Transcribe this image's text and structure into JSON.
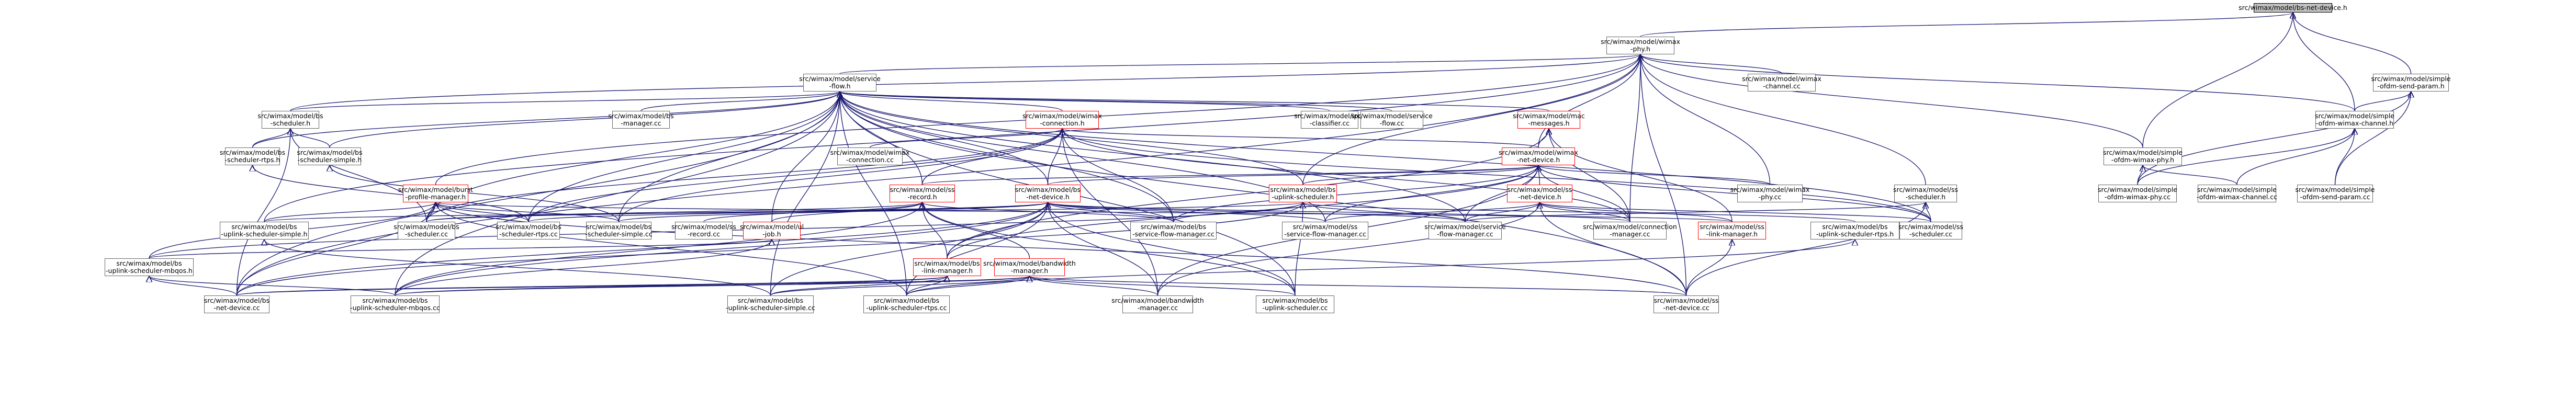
{
  "graph": {
    "edge_color": "#191970",
    "node_border": "#666666",
    "highlight_border": "#ff0000",
    "root_fill": "#bfbfbf",
    "nodes": [
      {
        "id": "bs_h",
        "lines": [
          "src/wimax/model/bs-net-device.h"
        ],
        "style": "root"
      },
      {
        "id": "phy_h",
        "lines": [
          "src/wimax/model/wimax",
          "-phy.h"
        ],
        "style": "normal"
      },
      {
        "id": "sf_h",
        "lines": [
          "src/wimax/model/service",
          "-flow.h"
        ],
        "style": "normal"
      },
      {
        "id": "chan_cc",
        "lines": [
          "src/wimax/model/wimax",
          "-channel.cc"
        ],
        "style": "normal"
      },
      {
        "id": "ofdm_sendparam_h",
        "lines": [
          "src/wimax/model/simple",
          "-ofdm-send-param.h"
        ],
        "style": "normal"
      },
      {
        "id": "sched_h",
        "lines": [
          "src/wimax/model/bs",
          "-scheduler.h"
        ],
        "style": "normal"
      },
      {
        "id": "bs_mgr_cc",
        "lines": [
          "src/wimax/model/bs",
          "-manager.cc"
        ],
        "style": "normal"
      },
      {
        "id": "conn_h",
        "lines": [
          "src/wimax/model/wimax",
          "-connection.h"
        ],
        "style": "red"
      },
      {
        "id": "ipcs_cc",
        "lines": [
          "src/wimax/model/ipcs",
          "-classifier.cc"
        ],
        "style": "normal"
      },
      {
        "id": "sf_cc",
        "lines": [
          "src/wimax/model/service",
          "-flow.cc"
        ],
        "style": "normal"
      },
      {
        "id": "mac_msg_h",
        "lines": [
          "src/wimax/model/mac",
          "-messages.h"
        ],
        "style": "red"
      },
      {
        "id": "ofdm_chan_h",
        "lines": [
          "src/wimax/model/simple",
          "-ofdm-wimax-channel.h"
        ],
        "style": "normal"
      },
      {
        "id": "sched_rtps_h",
        "lines": [
          "src/wimax/model/bs",
          "-scheduler-rtps.h"
        ],
        "style": "normal"
      },
      {
        "id": "sched_simple_h",
        "lines": [
          "src/wimax/model/bs",
          "-scheduler-simple.h"
        ],
        "style": "normal"
      },
      {
        "id": "conn_cc",
        "lines": [
          "src/wimax/model/wimax",
          "-connection.cc"
        ],
        "style": "normal"
      },
      {
        "id": "wnd_h",
        "lines": [
          "src/wimax/model/wimax",
          "-net-device.h"
        ],
        "style": "red"
      },
      {
        "id": "ofdm_phy_h",
        "lines": [
          "src/wimax/model/simple",
          "-ofdm-wimax-phy.h"
        ],
        "style": "normal"
      },
      {
        "id": "burst_h",
        "lines": [
          "src/wimax/model/burst",
          "-profile-manager.h"
        ],
        "style": "red"
      },
      {
        "id": "ss_record_h",
        "lines": [
          "src/wimax/model/ss",
          "-record.h"
        ],
        "style": "red"
      },
      {
        "id": "bs_wnd_h",
        "lines": [
          "src/wimax/model/bs",
          "-net-device.h"
        ],
        "style": "red"
      },
      {
        "id": "uplink_h",
        "lines": [
          "src/wimax/model/bs",
          "-uplink-scheduler.h"
        ],
        "style": "red"
      },
      {
        "id": "ss_wnd_h",
        "lines": [
          "src/wimax/model/ss",
          "-net-device.h"
        ],
        "style": "red"
      },
      {
        "id": "phy_cc",
        "lines": [
          "src/wimax/model/wimax",
          "-phy.cc"
        ],
        "style": "normal"
      },
      {
        "id": "ss_sched_h",
        "lines": [
          "src/wimax/model/ss",
          "-scheduler.h"
        ],
        "style": "normal"
      },
      {
        "id": "ofdm_phy_cc",
        "lines": [
          "src/wimax/model/simple",
          "-ofdm-wimax-phy.cc"
        ],
        "style": "normal"
      },
      {
        "id": "ofdm_chan_cc",
        "lines": [
          "src/wimax/model/simple",
          "-ofdm-wimax-channel.cc"
        ],
        "style": "normal"
      },
      {
        "id": "ofdm_sendparam_cc",
        "lines": [
          "src/wimax/model/simple",
          "-ofdm-send-param.cc"
        ],
        "style": "normal"
      },
      {
        "id": "ul_simple_h",
        "lines": [
          "src/wimax/model/bs",
          "-uplink-scheduler-simple.h"
        ],
        "style": "normal"
      },
      {
        "id": "sched_cc",
        "lines": [
          "src/wimax/model/bs",
          "-scheduler.cc"
        ],
        "style": "normal"
      },
      {
        "id": "sched_rtps_cc",
        "lines": [
          "src/wimax/model/bs",
          "-scheduler-rtps.cc"
        ],
        "style": "normal"
      },
      {
        "id": "sched_simple_cc",
        "lines": [
          "src/wimax/model/bs",
          "-scheduler-simple.cc"
        ],
        "style": "normal"
      },
      {
        "id": "ss_record_cc",
        "lines": [
          "src/wimax/model/ss",
          "-record.cc"
        ],
        "style": "normal"
      },
      {
        "id": "ul_job_h",
        "lines": [
          "src/wimax/model/ul",
          "-job.h"
        ],
        "style": "red"
      },
      {
        "id": "bs_sfm_cc",
        "lines": [
          "src/wimax/model/bs",
          "-service-flow-manager.cc"
        ],
        "style": "normal"
      },
      {
        "id": "ss_sfm_cc",
        "lines": [
          "src/wimax/model/ss",
          "-service-flow-manager.cc"
        ],
        "style": "normal"
      },
      {
        "id": "sfm_cc",
        "lines": [
          "src/wimax/model/service",
          "-flow-manager.cc"
        ],
        "style": "normal"
      },
      {
        "id": "conn_mgr_cc",
        "lines": [
          "src/wimax/model/connection",
          "-manager.cc"
        ],
        "style": "normal"
      },
      {
        "id": "ss_link_h",
        "lines": [
          "src/wimax/model/ss",
          "-link-manager.h"
        ],
        "style": "red"
      },
      {
        "id": "ul_rtps_h",
        "lines": [
          "src/wimax/model/bs",
          "-uplink-scheduler-rtps.h"
        ],
        "style": "normal"
      },
      {
        "id": "ss_sched_cc",
        "lines": [
          "src/wimax/model/ss",
          "-scheduler.cc"
        ],
        "style": "normal"
      },
      {
        "id": "ul_mbqos_h",
        "lines": [
          "src/wimax/model/bs",
          "-uplink-scheduler-mbqos.h"
        ],
        "style": "normal"
      },
      {
        "id": "bs_link_h",
        "lines": [
          "src/wimax/model/bs",
          "-link-manager.h"
        ],
        "style": "red"
      },
      {
        "id": "bw_mgr_h",
        "lines": [
          "src/wimax/model/bandwidth",
          "-manager.h"
        ],
        "style": "red"
      },
      {
        "id": "bs_wnd_cc",
        "lines": [
          "src/wimax/model/bs",
          "-net-device.cc"
        ],
        "style": "normal"
      },
      {
        "id": "ul_mbqos_cc",
        "lines": [
          "src/wimax/model/bs",
          "-uplink-scheduler-mbqos.cc"
        ],
        "style": "normal"
      },
      {
        "id": "ul_simple_cc",
        "lines": [
          "src/wimax/model/bs",
          "-uplink-scheduler-simple.cc"
        ],
        "style": "normal"
      },
      {
        "id": "ul_rtps_cc",
        "lines": [
          "src/wimax/model/bs",
          "-uplink-scheduler-rtps.cc"
        ],
        "style": "normal"
      },
      {
        "id": "bw_mgr_cc",
        "lines": [
          "src/wimax/model/bandwidth",
          "-manager.cc"
        ],
        "style": "normal"
      },
      {
        "id": "uplink_cc",
        "lines": [
          "src/wimax/model/bs",
          "-uplink-scheduler.cc"
        ],
        "style": "normal"
      },
      {
        "id": "ss_wnd_cc",
        "lines": [
          "src/wimax/model/ss",
          "-net-device.cc"
        ],
        "style": "normal"
      }
    ],
    "edges": [
      [
        "bs_h",
        "phy_h"
      ],
      [
        "bs_h",
        "ofdm_sendparam_h"
      ],
      [
        "bs_h",
        "ofdm_chan_h"
      ],
      [
        "bs_h",
        "ofdm_phy_h"
      ],
      [
        "phy_h",
        "sf_h"
      ],
      [
        "phy_h",
        "chan_cc"
      ],
      [
        "phy_h",
        "wnd_h"
      ],
      [
        "phy_h",
        "ss_sched_h"
      ],
      [
        "phy_h",
        "ofdm_chan_h"
      ],
      [
        "phy_h",
        "ofdm_phy_h"
      ],
      [
        "phy_h",
        "phy_cc"
      ],
      [
        "phy_h",
        "uplink_h"
      ],
      [
        "phy_h",
        "sched_h"
      ],
      [
        "phy_h",
        "conn_mgr_cc"
      ],
      [
        "phy_h",
        "ss_wnd_cc"
      ],
      [
        "phy_h",
        "bs_wnd_cc"
      ],
      [
        "phy_h",
        "burst_h"
      ],
      [
        "phy_h",
        "ul_simple_h"
      ],
      [
        "ofdm_sendparam_h",
        "ofdm_chan_h"
      ],
      [
        "ofdm_sendparam_h",
        "ofdm_sendparam_cc"
      ],
      [
        "ofdm_sendparam_h",
        "ofdm_phy_cc"
      ],
      [
        "ofdm_chan_h",
        "ofdm_chan_cc"
      ],
      [
        "ofdm_chan_h",
        "ofdm_sendparam_cc"
      ],
      [
        "ofdm_chan_h",
        "ofdm_phy_cc"
      ],
      [
        "ofdm_phy_h",
        "ofdm_phy_cc"
      ],
      [
        "ofdm_phy_h",
        "ofdm_chan_cc"
      ],
      [
        "sf_h",
        "sched_h"
      ],
      [
        "sf_h",
        "bs_mgr_cc"
      ],
      [
        "sf_h",
        "conn_h"
      ],
      [
        "sf_h",
        "ipcs_cc"
      ],
      [
        "sf_h",
        "sf_cc"
      ],
      [
        "sf_h",
        "mac_msg_h"
      ],
      [
        "sf_h",
        "sched_rtps_h"
      ],
      [
        "sf_h",
        "sched_simple_h"
      ],
      [
        "sf_h",
        "ss_record_h"
      ],
      [
        "sf_h",
        "bs_wnd_h"
      ],
      [
        "sf_h",
        "uplink_h"
      ],
      [
        "sf_h",
        "ul_job_h"
      ],
      [
        "sf_h",
        "bs_sfm_cc"
      ],
      [
        "sf_h",
        "ss_sfm_cc"
      ],
      [
        "sf_h",
        "sfm_cc"
      ],
      [
        "sf_h",
        "sched_cc"
      ],
      [
        "sf_h",
        "sched_rtps_cc"
      ],
      [
        "sf_h",
        "sched_simple_cc"
      ],
      [
        "sf_h",
        "ul_mbqos_cc"
      ],
      [
        "sf_h",
        "ul_simple_cc"
      ],
      [
        "sf_h",
        "ul_rtps_cc"
      ],
      [
        "sf_h",
        "uplink_cc"
      ],
      [
        "sf_h",
        "ss_sched_cc"
      ],
      [
        "sf_h",
        "bs_wnd_cc"
      ],
      [
        "sf_h",
        "ss_wnd_cc"
      ],
      [
        "conn_h",
        "wnd_h"
      ],
      [
        "conn_h",
        "conn_cc"
      ],
      [
        "conn_h",
        "ss_record_h"
      ],
      [
        "conn_h",
        "bs_wnd_h"
      ],
      [
        "conn_h",
        "bs_sfm_cc"
      ],
      [
        "conn_h",
        "sched_cc"
      ],
      [
        "conn_h",
        "sched_rtps_cc"
      ],
      [
        "conn_h",
        "sched_simple_cc"
      ],
      [
        "conn_h",
        "ss_sched_cc"
      ],
      [
        "conn_h",
        "conn_mgr_cc"
      ],
      [
        "conn_h",
        "bw_mgr_cc"
      ],
      [
        "mac_msg_h",
        "wnd_h"
      ],
      [
        "mac_msg_h",
        "conn_mgr_cc"
      ],
      [
        "mac_msg_h",
        "ss_link_h"
      ],
      [
        "mac_msg_h",
        "bs_link_h"
      ],
      [
        "wnd_h",
        "bs_wnd_h"
      ],
      [
        "wnd_h",
        "ss_wnd_h"
      ],
      [
        "wnd_h",
        "ss_record_h"
      ],
      [
        "wnd_h",
        "phy_cc"
      ],
      [
        "wnd_h",
        "uplink_h"
      ],
      [
        "wnd_h",
        "bs_sfm_cc"
      ],
      [
        "wnd_h",
        "ss_sfm_cc"
      ],
      [
        "wnd_h",
        "sfm_cc"
      ],
      [
        "wnd_h",
        "conn_mgr_cc"
      ],
      [
        "wnd_h",
        "ss_sched_cc"
      ],
      [
        "wnd_h",
        "bw_mgr_cc"
      ],
      [
        "wnd_h",
        "bs_link_h"
      ],
      [
        "sched_h",
        "sched_rtps_h"
      ],
      [
        "sched_h",
        "sched_simple_h"
      ],
      [
        "sched_h",
        "sched_cc"
      ],
      [
        "sched_h",
        "bs_wnd_cc"
      ],
      [
        "sched_rtps_h",
        "sched_rtps_cc"
      ],
      [
        "sched_simple_h",
        "sched_simple_cc"
      ],
      [
        "burst_h",
        "ul_simple_h"
      ],
      [
        "burst_h",
        "sched_cc"
      ],
      [
        "burst_h",
        "sched_rtps_cc"
      ],
      [
        "burst_h",
        "sched_simple_cc"
      ],
      [
        "burst_h",
        "ul_mbqos_h"
      ],
      [
        "burst_h",
        "bs_wnd_cc"
      ],
      [
        "burst_h",
        "ul_rtps_cc"
      ],
      [
        "burst_h",
        "ss_wnd_cc"
      ],
      [
        "burst_h",
        "ss_link_h"
      ],
      [
        "ss_record_h",
        "ss_record_cc"
      ],
      [
        "ss_record_h",
        "sched_cc"
      ],
      [
        "ss_record_h",
        "bs_sfm_cc"
      ],
      [
        "ss_record_h",
        "ul_job_h"
      ],
      [
        "ss_record_h",
        "bs_link_h"
      ],
      [
        "ss_record_h",
        "bw_mgr_h"
      ],
      [
        "ss_record_h",
        "ul_mbqos_cc"
      ],
      [
        "ss_record_h",
        "uplink_cc"
      ],
      [
        "bs_wnd_h",
        "sched_cc"
      ],
      [
        "bs_wnd_h",
        "sched_rtps_cc"
      ],
      [
        "bs_wnd_h",
        "sched_simple_cc"
      ],
      [
        "bs_wnd_h",
        "bs_sfm_cc"
      ],
      [
        "bs_wnd_h",
        "ss_sfm_cc"
      ],
      [
        "bs_wnd_h",
        "sfm_cc"
      ],
      [
        "bs_wnd_h",
        "conn_mgr_cc"
      ],
      [
        "bs_wnd_h",
        "bs_link_h"
      ],
      [
        "bs_wnd_h",
        "bw_mgr_cc"
      ],
      [
        "bs_wnd_h",
        "bs_wnd_cc"
      ],
      [
        "bs_wnd_h",
        "ul_mbqos_cc"
      ],
      [
        "bs_wnd_h",
        "ul_simple_cc"
      ],
      [
        "bs_wnd_h",
        "ul_rtps_cc"
      ],
      [
        "bs_wnd_h",
        "uplink_cc"
      ],
      [
        "uplink_h",
        "ul_simple_h"
      ],
      [
        "uplink_h",
        "ul_mbqos_h"
      ],
      [
        "uplink_h",
        "ul_rtps_h"
      ],
      [
        "uplink_h",
        "uplink_cc"
      ],
      [
        "uplink_h",
        "bs_sfm_cc"
      ],
      [
        "uplink_h",
        "sfm_cc"
      ],
      [
        "uplink_h",
        "bs_wnd_cc"
      ],
      [
        "ss_wnd_h",
        "ss_link_h"
      ],
      [
        "ss_wnd_h",
        "ss_sched_cc"
      ],
      [
        "ss_wnd_h",
        "ss_sfm_cc"
      ],
      [
        "ss_wnd_h",
        "sfm_cc"
      ],
      [
        "ss_wnd_h",
        "conn_mgr_cc"
      ],
      [
        "ss_wnd_h",
        "ss_wnd_cc"
      ],
      [
        "ss_wnd_h",
        "bw_mgr_cc"
      ],
      [
        "ss_sched_h",
        "ss_sched_cc"
      ],
      [
        "ss_sched_h",
        "ss_wnd_cc"
      ],
      [
        "ss_sched_h",
        "sfm_cc"
      ],
      [
        "ul_simple_h",
        "ul_simple_cc"
      ],
      [
        "ul_mbqos_h",
        "ul_mbqos_cc"
      ],
      [
        "ul_mbqos_h",
        "bs_wnd_cc"
      ],
      [
        "ul_rtps_h",
        "ul_rtps_cc"
      ],
      [
        "ul_job_h",
        "ul_mbqos_h"
      ],
      [
        "ul_job_h",
        "ul_mbqos_cc"
      ],
      [
        "ss_link_h",
        "ss_wnd_cc"
      ],
      [
        "bs_link_h",
        "bs_wnd_cc"
      ],
      [
        "bs_link_h",
        "ul_mbqos_cc"
      ],
      [
        "bs_link_h",
        "ul_simple_cc"
      ],
      [
        "bs_link_h",
        "ul_rtps_cc"
      ],
      [
        "bw_mgr_h",
        "bw_mgr_cc"
      ],
      [
        "bw_mgr_h",
        "uplink_cc"
      ],
      [
        "bw_mgr_h",
        "ss_wnd_cc"
      ],
      [
        "bw_mgr_h",
        "ul_mbqos_cc"
      ],
      [
        "bw_mgr_h",
        "ul_simple_cc"
      ],
      [
        "bw_mgr_h",
        "ul_rtps_cc"
      ],
      [
        "bw_mgr_h",
        "bs_wnd_cc"
      ]
    ]
  }
}
